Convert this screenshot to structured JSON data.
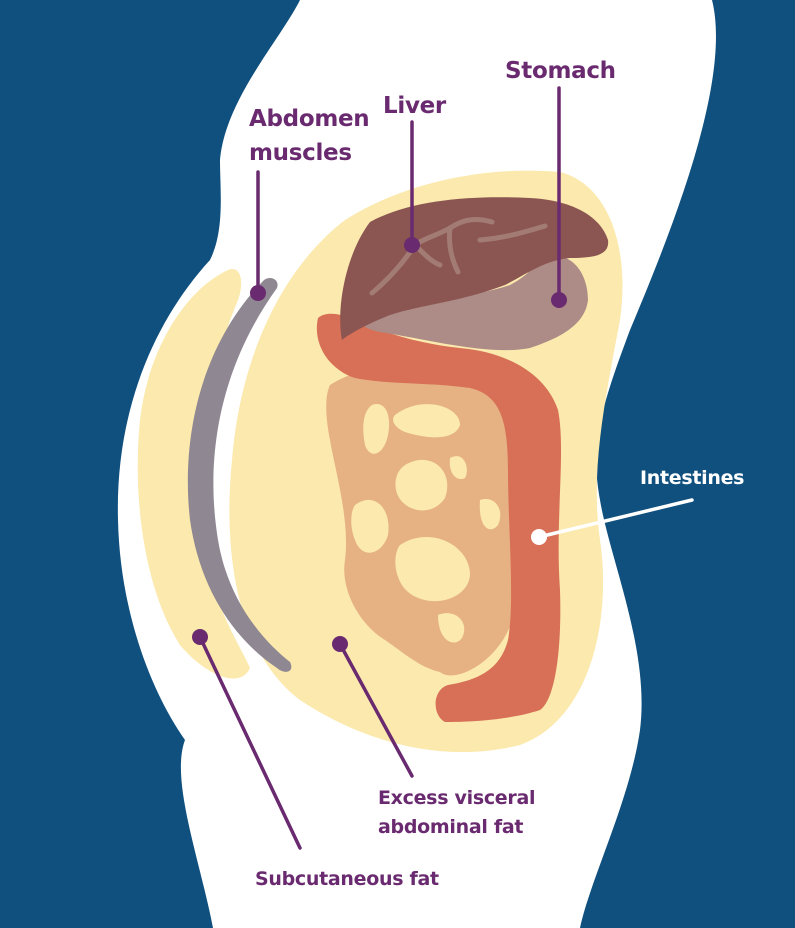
{
  "colors": {
    "background": "#10507f",
    "body": "#ffffff",
    "fat": "#fbe9ad",
    "muscle": "#8f8791",
    "liver": "#8b5652",
    "liver_veins": "#a37b75",
    "stomach": "#ad8b87",
    "intestine_outer": "#d77056",
    "intestine_inner": "#e6b283",
    "label_purple": "#6a2a6f",
    "label_white": "#ffffff"
  },
  "labels": {
    "abdomen_muscles": [
      "Abdomen",
      "muscles"
    ],
    "liver": "Liver",
    "stomach": "Stomach",
    "intestines": "Intestines",
    "excess_visceral_fat": [
      "Excess visceral",
      "abdominal fat"
    ],
    "subcutaneous_fat": "Subcutaneous fat"
  }
}
